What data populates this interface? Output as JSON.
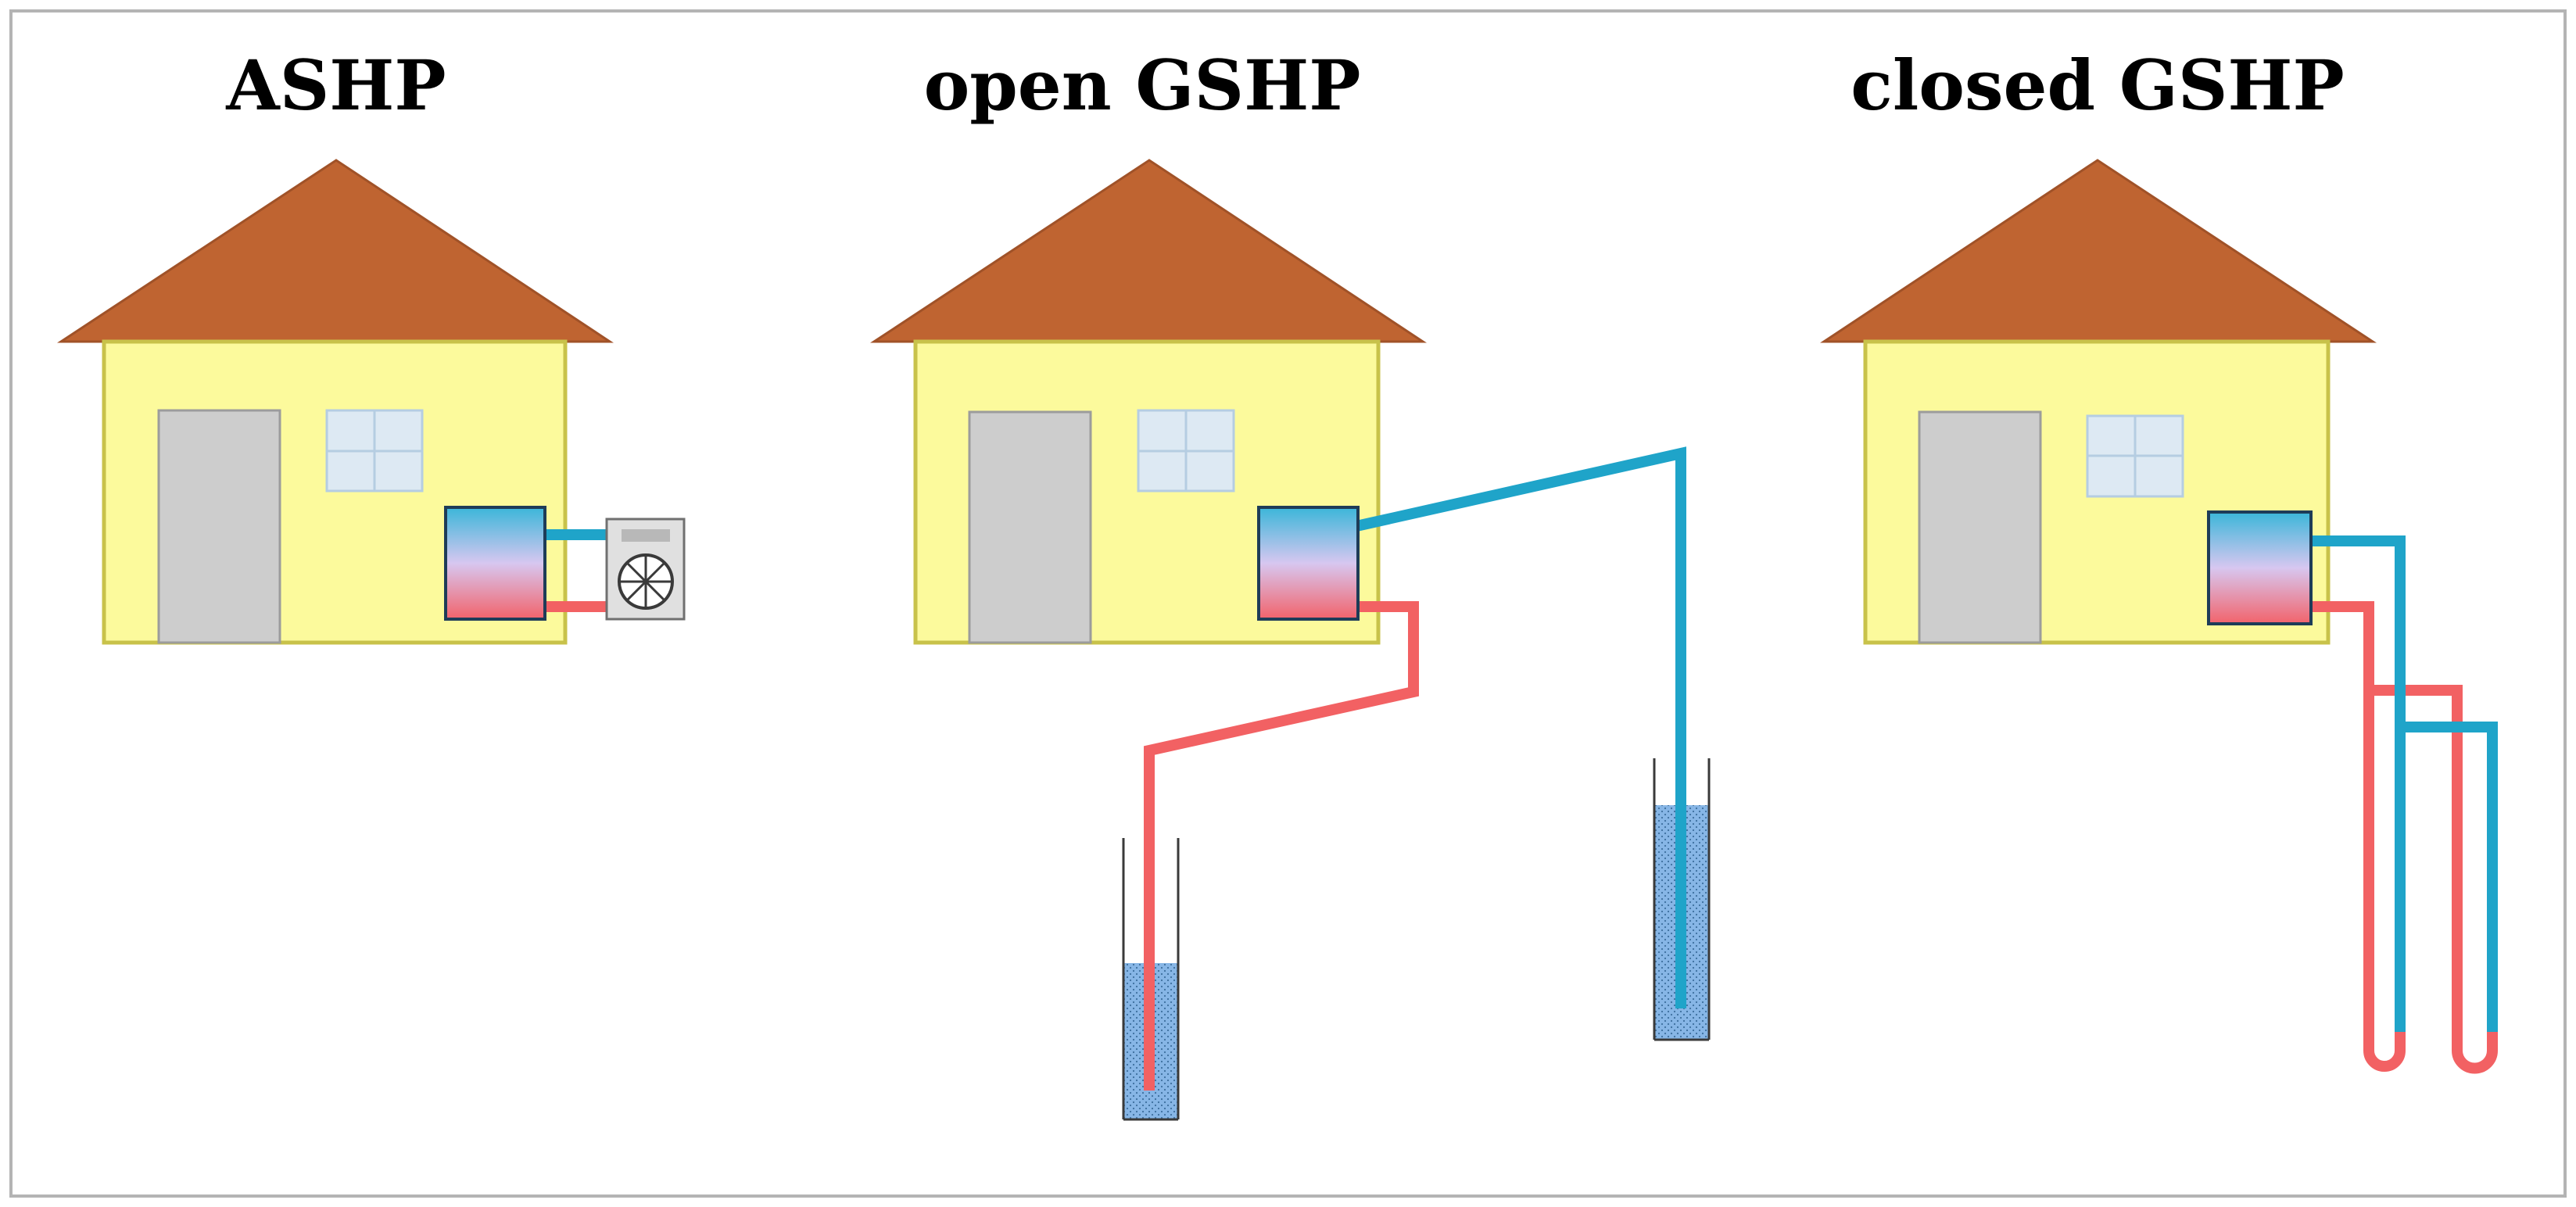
{
  "titles": {
    "ashp": "ASHP",
    "open_gshp": "open GSHP",
    "closed_gshp": "closed GSHP"
  },
  "colors": {
    "frame": "#b4b4b4",
    "roof": "#bf6431",
    "roof_outline": "#a05228",
    "wall": "#fcfa9c",
    "wall_outline": "#c8c24a",
    "door": "#cdcdcd",
    "door_outline": "#9c9c9c",
    "window": "#dde9f3",
    "window_outline": "#b5cde2",
    "heat_pump_top": "#3bb6d9",
    "heat_pump_mid": "#d7c7f0",
    "heat_pump_bottom": "#f2636b",
    "heat_pump_outline": "#1e3c58",
    "pipe_cold": "#1fa4c9",
    "pipe_hot": "#f26163",
    "well_water": "#87b6e6",
    "well_outline": "#3a3a3a",
    "outdoor_unit": "#e0e0e0",
    "outdoor_unit_outline": "#707070"
  },
  "icons": {
    "heat_pump": "heat-pump-icon",
    "outdoor_unit": "air-source-outdoor-unit-icon",
    "fan": "fan-icon",
    "well": "water-well-icon",
    "borehole_loop": "borehole-u-loop-icon"
  }
}
